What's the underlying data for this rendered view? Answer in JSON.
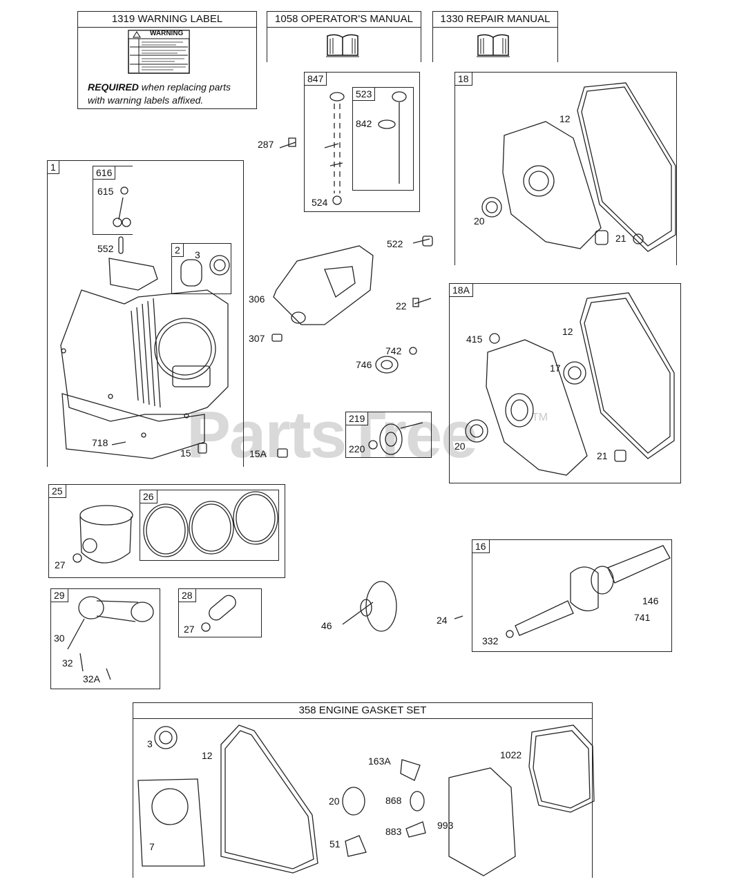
{
  "headers": {
    "warning": "1319 WARNING LABEL",
    "warning_required": "REQUIRED",
    "warning_text": " when replacing parts",
    "warning_text2": "with warning labels affixed.",
    "warning_sticker": "WARNING",
    "operators": "1058 OPERATOR'S MANUAL",
    "repair": "1330 REPAIR MANUAL",
    "gasket_set": "358 ENGINE GASKET SET"
  },
  "watermark": {
    "text": "PartsTree",
    "tm": "TM"
  },
  "boxes": {
    "b1": "1",
    "b616": "616",
    "b2": "2",
    "b847": "847",
    "b523": "523",
    "b18": "18",
    "b18a": "18A",
    "b219": "219",
    "b25": "25",
    "b26": "26",
    "b29": "29",
    "b28": "28",
    "b16": "16"
  },
  "labels": {
    "l615": "615",
    "l552": "552",
    "l3": "3",
    "l718": "718",
    "l15": "15",
    "l287": "287",
    "l842": "842",
    "l524": "524",
    "l12a": "12",
    "l20a": "20",
    "l21a": "21",
    "l522": "522",
    "l306": "306",
    "l22": "22",
    "l307": "307",
    "l742": "742",
    "l746": "746",
    "l15a": "15A",
    "l220": "220",
    "l415": "415",
    "l12b": "12",
    "l17": "17",
    "l20b": "20",
    "l21b": "21",
    "l27a": "27",
    "l30": "30",
    "l32": "32",
    "l32a": "32A",
    "l27b": "27",
    "l46": "46",
    "l24": "24",
    "l146": "146",
    "l741": "741",
    "l332": "332",
    "g3": "3",
    "g12": "12",
    "g7": "7",
    "g163a": "163A",
    "g20": "20",
    "g868": "868",
    "g883": "883",
    "g51": "51",
    "g993": "993",
    "g1022": "1022"
  },
  "icons": [
    "book-icon",
    "warning-sticker-icon"
  ]
}
